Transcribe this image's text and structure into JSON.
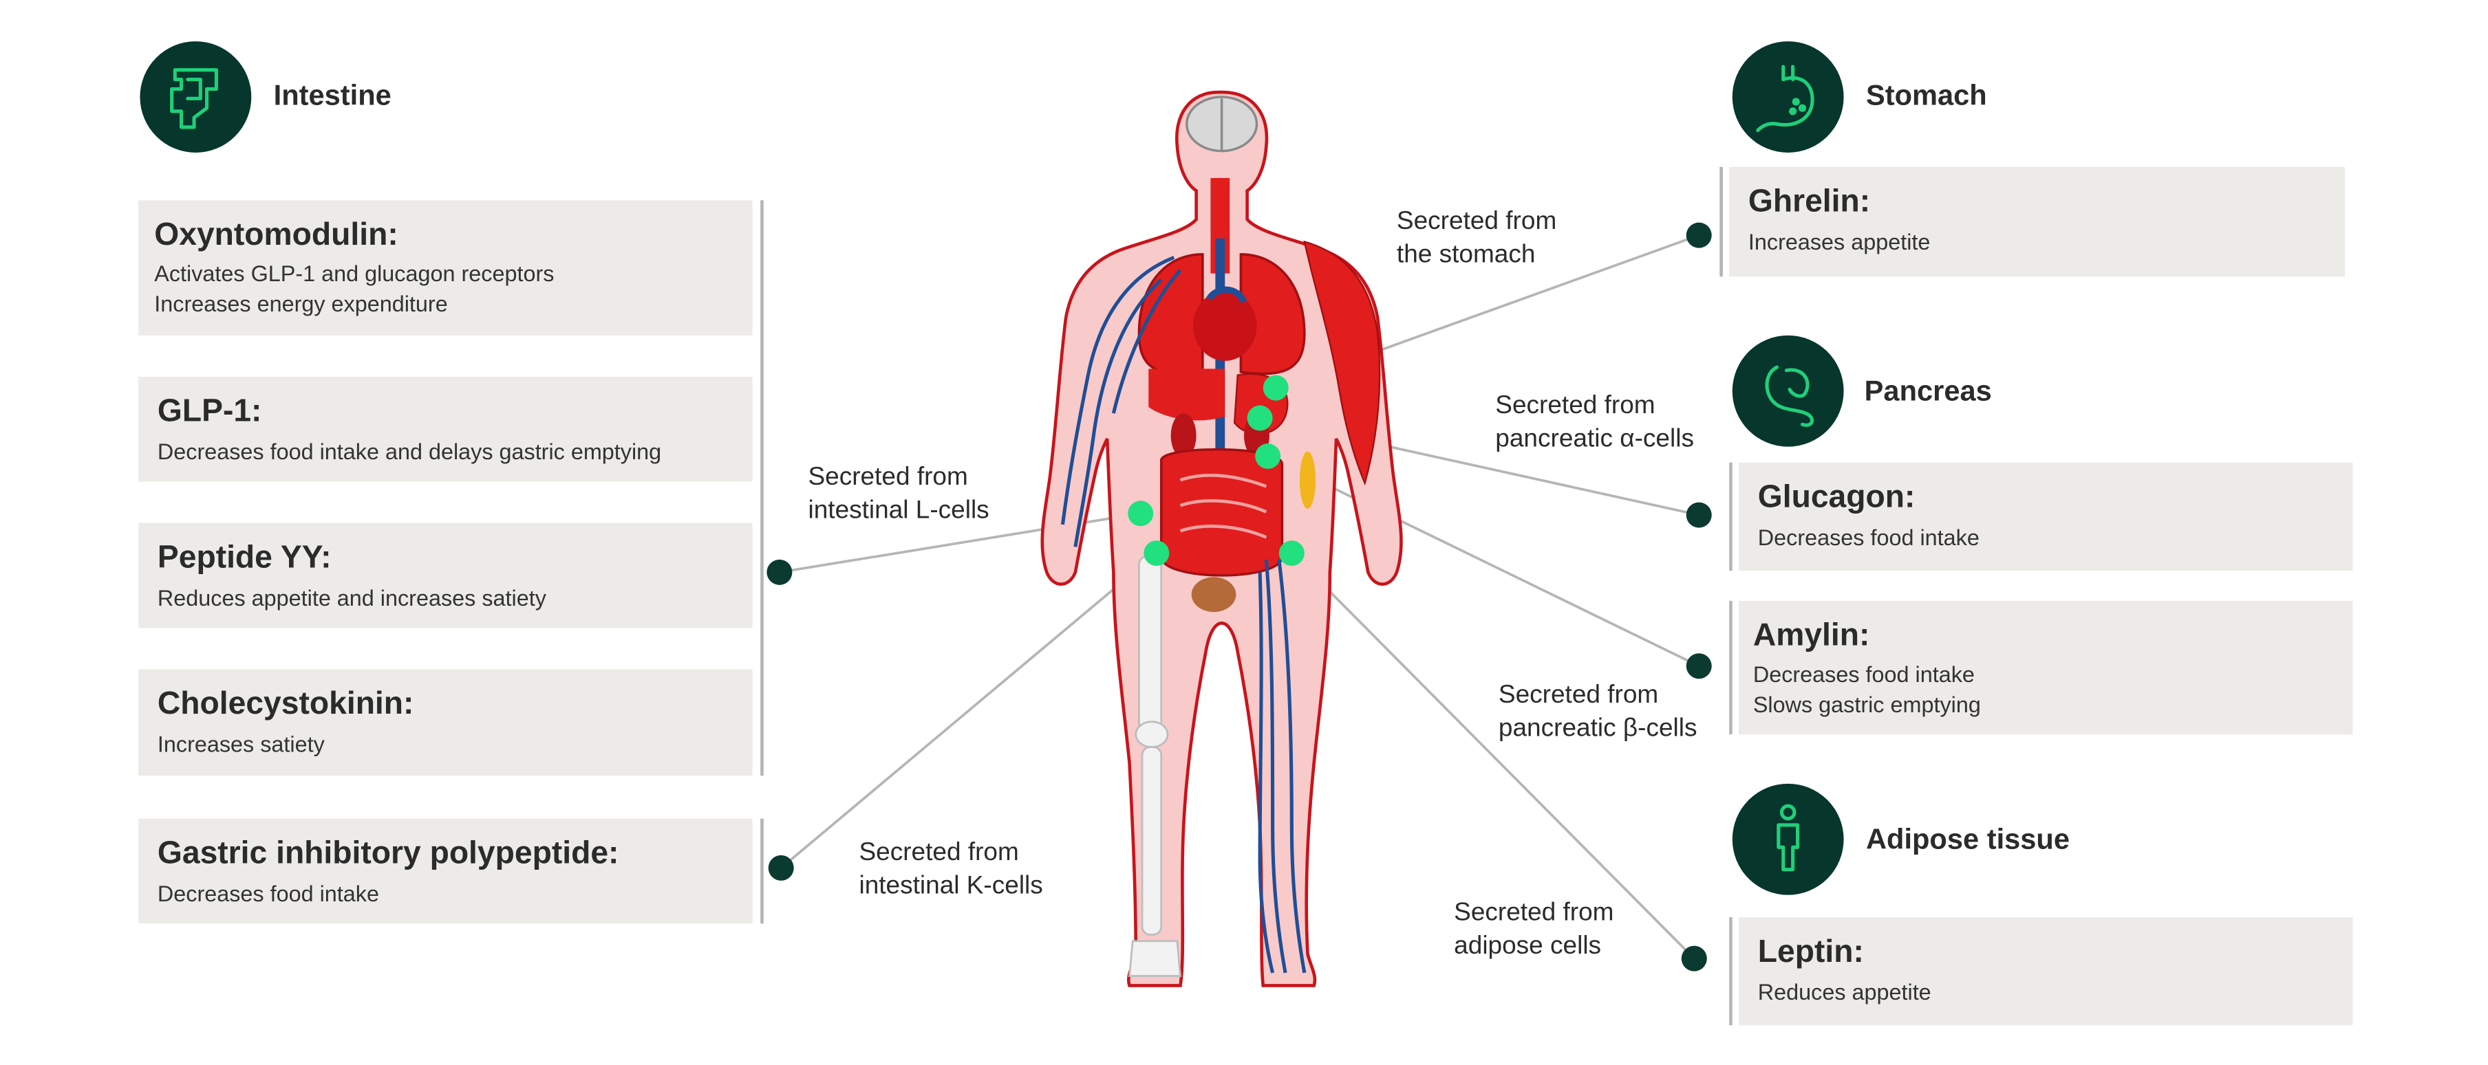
{
  "groups": {
    "intestine": {
      "title": "Intestine",
      "icon": "intestine-icon",
      "hormones": [
        {
          "name": "Oxyntomodulin:",
          "lines": [
            "Activates GLP-1 and glucagon receptors",
            "Increases energy expenditure"
          ]
        },
        {
          "name": "GLP-1:",
          "lines": [
            "Decreases food intake and delays gastric emptying"
          ]
        },
        {
          "name": "Peptide YY:",
          "lines": [
            "Reduces appetite and increases satiety"
          ]
        },
        {
          "name": "Cholecystokinin:",
          "lines": [
            "Increases satiety"
          ]
        },
        {
          "name": "Gastric inhibitory polypeptide:",
          "lines": [
            "Decreases food intake"
          ]
        }
      ]
    },
    "stomach": {
      "title": "Stomach",
      "icon": "stomach-icon",
      "hormones": [
        {
          "name": "Ghrelin:",
          "lines": [
            "Increases appetite"
          ]
        }
      ]
    },
    "pancreas": {
      "title": "Pancreas",
      "icon": "pancreas-icon",
      "hormones": [
        {
          "name": "Glucagon:",
          "lines": [
            "Decreases food intake"
          ]
        },
        {
          "name": "Amylin:",
          "lines": [
            "Decreases food intake",
            "Slows gastric emptying"
          ]
        }
      ]
    },
    "adipose": {
      "title": "Adipose tissue",
      "icon": "person-icon",
      "hormones": [
        {
          "name": "Leptin:",
          "lines": [
            "Reduces appetite"
          ]
        }
      ]
    }
  },
  "captions": {
    "l_cells": [
      "Secreted from",
      "intestinal L-cells"
    ],
    "k_cells": [
      "Secreted from",
      "intestinal K-cells"
    ],
    "stomach": [
      "Secreted from",
      "the stomach"
    ],
    "alpha_cells": [
      "Secreted from",
      "pancreatic α-cells"
    ],
    "beta_cells": [
      "Secreted from",
      "pancreatic β-cells"
    ],
    "adipose": [
      "Secreted from",
      "adipose cells"
    ]
  },
  "colors": {
    "icon_bg": "#06362c",
    "icon_stroke": "#1fd07a",
    "marker_dot": "#0b3a30",
    "source_dot": "#22e07e",
    "card_bg": "#ecebe7",
    "connector": "#b5b5b5",
    "body_fill": "#f9caca",
    "body_outline": "#c8141b",
    "organ_red": "#e11d1d",
    "vein_blue": "#1f4f96",
    "adipose_yellow": "#f2b51b"
  }
}
